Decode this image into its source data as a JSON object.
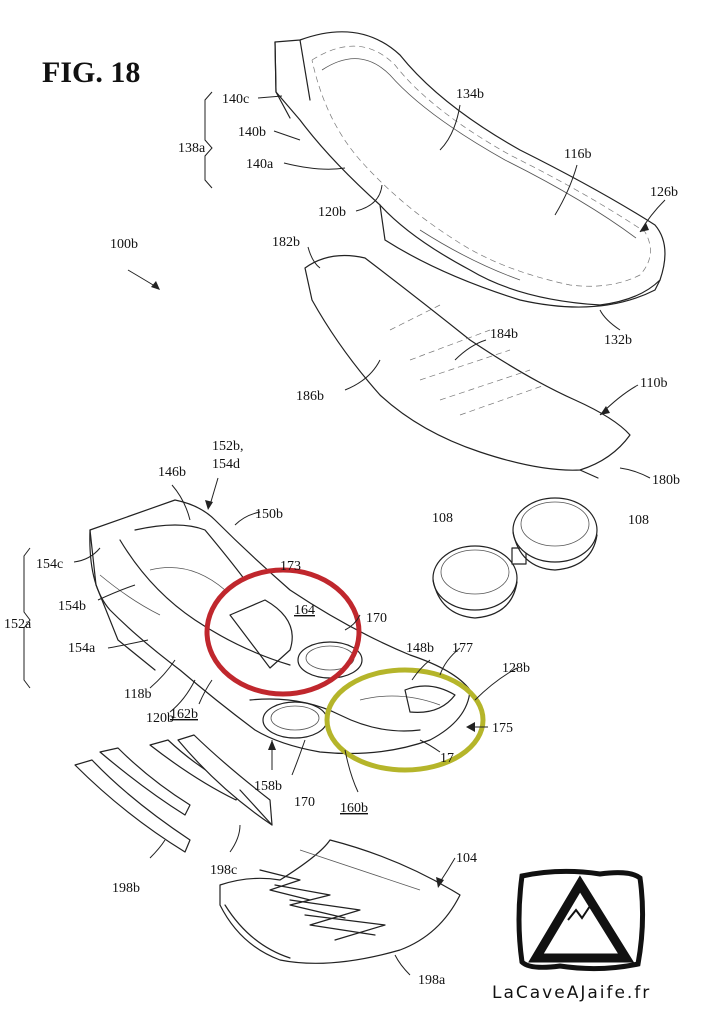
{
  "figure": {
    "title": "FIG. 18"
  },
  "labels": {
    "l100b": "100b",
    "l104": "104",
    "l108a": "108",
    "l108b": "108",
    "l110b": "110b",
    "l116b": "116b",
    "l118b": "118b",
    "l120b_top": "120b",
    "l120b_bot": "120b",
    "l126b": "126b",
    "l128b": "128b",
    "l132b": "132b",
    "l134b": "134b",
    "l138a": "138a",
    "l140a": "140a",
    "l140b": "140b",
    "l140c": "140c",
    "l146b": "146b",
    "l148b": "148b",
    "l150b": "150b",
    "l152a": "152a",
    "l152b_1": "152b,",
    "l152b_2": "154d",
    "l154a": "154a",
    "l154b": "154b",
    "l154c": "154c",
    "l158b": "158b",
    "l160b": "160b",
    "l162b": "162b",
    "l164": "164",
    "l170a": "170",
    "l170b": "170",
    "l173": "173",
    "l175": "175",
    "l177": "177",
    "l17x": "17",
    "l180b": "180b",
    "l182b": "182b",
    "l184b": "184b",
    "l186b": "186b",
    "l198a": "198a",
    "l198b": "198b",
    "l198c": "198c"
  },
  "annotations": {
    "red_circle_color": "#c0272d",
    "olive_circle_color": "#b5b52a"
  },
  "watermark": {
    "text": "LaCaveAJaife.fr"
  }
}
